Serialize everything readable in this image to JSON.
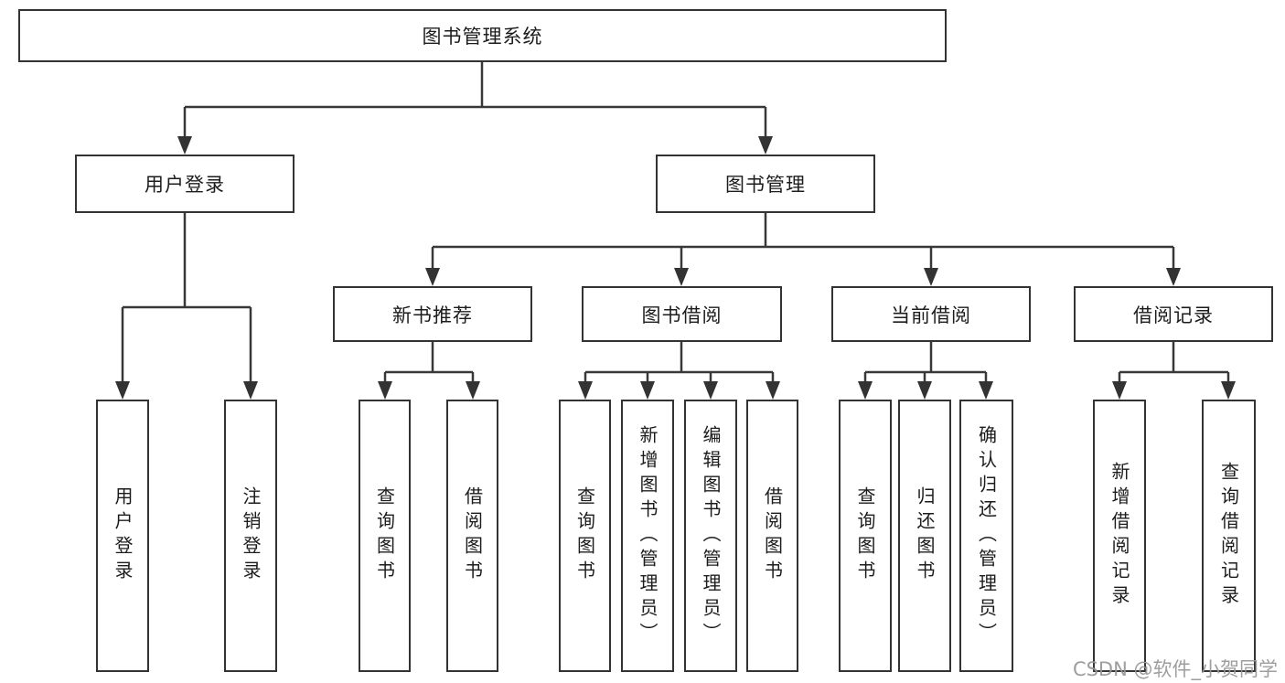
{
  "tree": {
    "root": "图书管理系统",
    "level2": [
      "用户登录",
      "图书管理"
    ],
    "level3": [
      "新书推荐",
      "图书借阅",
      "当前借阅",
      "借阅记录"
    ],
    "leaves_user_login": [
      "用户登录",
      "注销登录"
    ],
    "leaves_new_book": [
      "查询图书",
      "借阅图书"
    ],
    "leaves_book_borrow": [
      "查询图书",
      "新增图书（管理员）",
      "编辑图书（管理员）",
      "借阅图书"
    ],
    "leaves_current_borrow": [
      "查询图书",
      "归还图书",
      "确认归还（管理员）"
    ],
    "leaves_borrow_record": [
      "新增借阅记录",
      "查询借阅记录"
    ]
  },
  "watermark": "CSDN @软件_小贺同学",
  "colors": {
    "line": "#383838",
    "box_border": "#333333",
    "box_fill": "#ffffff",
    "text": "#1c1c1c",
    "watermark": "#969696"
  }
}
